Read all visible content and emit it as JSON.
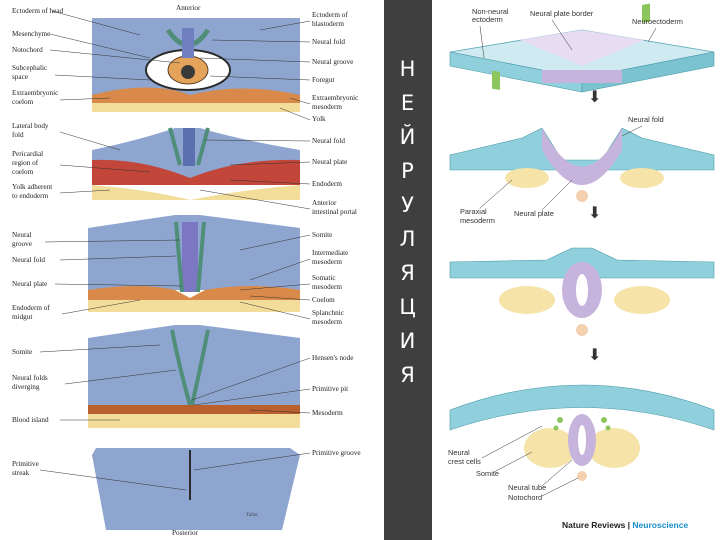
{
  "title_vertical": [
    "Н",
    "Е",
    "Й",
    "Р",
    "У",
    "Л",
    "Я",
    "Ц",
    "И",
    "Я"
  ],
  "left_figure": {
    "top_label": "Anterior",
    "bottom_label": "Posterior",
    "left_labels": [
      "Ectoderm of head",
      "Mesenchyme",
      "Notochord",
      "Subcephalic",
      "space",
      "Extraembryonic",
      "coelom",
      "Lateral body",
      "fold",
      "Pericardial",
      "region of",
      "coelom",
      "Yolk adherent",
      "to endoderm",
      "Neural",
      "groove",
      "Neural fold",
      "Neural plate",
      "Endoderm of",
      "midgut",
      "Somite",
      "Neural folds",
      "diverging",
      "Blood island",
      "Primitive",
      "streak"
    ],
    "right_labels": [
      "Ectoderm of",
      "blastoderm",
      "Neural fold",
      "Neural groove",
      "Foregut",
      "Extraembryonic",
      "mesoderm",
      "Yolk",
      "Neural fold",
      "Neural plate",
      "Endoderm",
      "Anterior",
      "intestinal portal",
      "Somite",
      "Intermediate",
      "mesoderm",
      "Somatic",
      "mesoderm",
      "Coelom",
      "Splanchnic",
      "mesoderm",
      "Hensen's node",
      "Primitive pit",
      "Mesoderm",
      "Primitive groove"
    ],
    "small_text": "Tailor"
  },
  "right_figure": {
    "labels": {
      "non_neural_a": "Non-neural",
      "non_neural_b": "ectoderm",
      "border": "Neural plate border",
      "neuroectoderm": "Neuroectoderm",
      "neural_fold": "Neural fold",
      "paraxial_a": "Paraxial",
      "paraxial_b": "mesoderm",
      "neural_plate": "Neural plate",
      "crest_a": "Neural",
      "crest_b": "crest cells",
      "somite": "Somite",
      "neural_tube": "Neural tube",
      "notochord": "Notochord"
    },
    "colors": {
      "ectoderm": "#8fd0dc",
      "neural_plate": "#c7b4dc",
      "border": "#8cc65c",
      "mesoderm": "#f5e3a8"
    }
  },
  "credit": {
    "journal_a": "Nature Reviews",
    "separator": " | ",
    "journal_b": "Neuroscience"
  }
}
